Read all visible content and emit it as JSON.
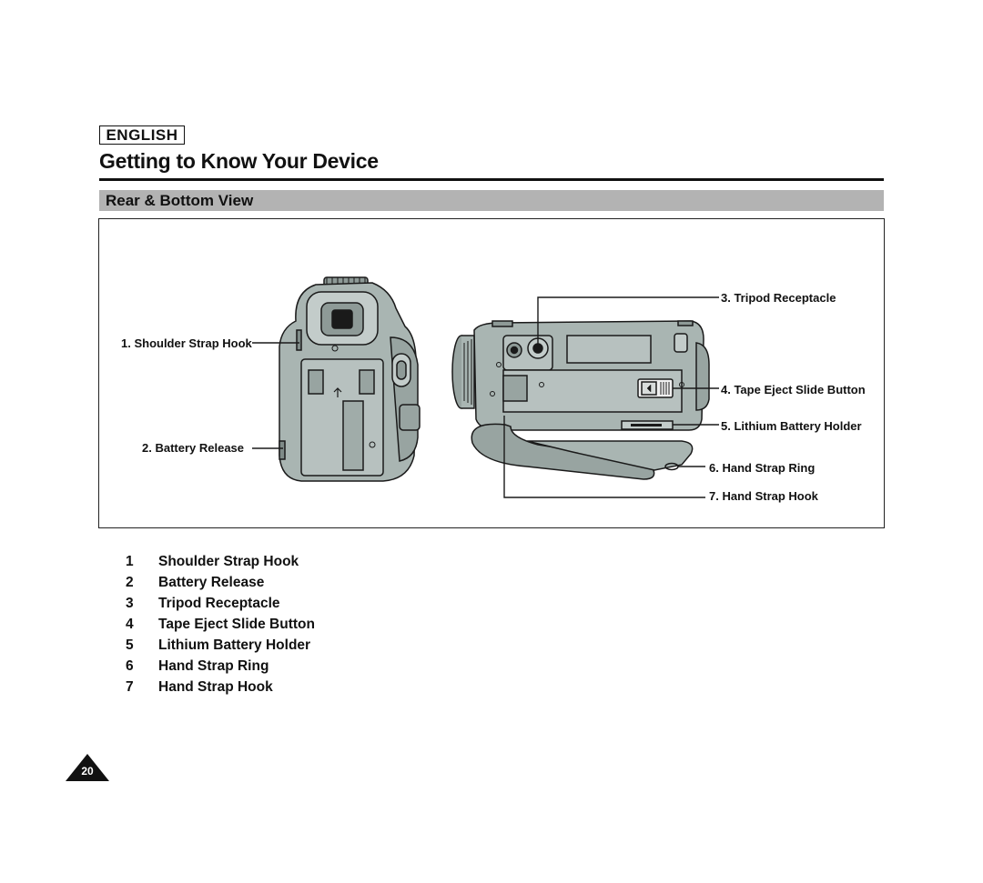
{
  "header": {
    "language": "ENGLISH",
    "title": "Getting to Know Your Device"
  },
  "section": {
    "title": "Rear & Bottom View"
  },
  "figure": {
    "callouts": [
      "1. Shoulder Strap Hook",
      "2. Battery Release",
      "3. Tripod Receptacle",
      "4. Tape Eject Slide Button",
      "5. Lithium Battery Holder",
      "6. Hand Strap Ring",
      "7. Hand Strap Hook"
    ],
    "colors": {
      "body": "#a9b5b2",
      "body_light": "#c3ccca",
      "outline": "#1a1a1a"
    }
  },
  "parts": [
    {
      "num": "1",
      "label": "Shoulder Strap Hook"
    },
    {
      "num": "2",
      "label": "Battery Release"
    },
    {
      "num": "3",
      "label": "Tripod Receptacle"
    },
    {
      "num": "4",
      "label": "Tape Eject Slide Button"
    },
    {
      "num": "5",
      "label": "Lithium Battery Holder"
    },
    {
      "num": "6",
      "label": "Hand Strap Ring"
    },
    {
      "num": "7",
      "label": "Hand Strap Hook"
    }
  ],
  "footer": {
    "page_number": "20"
  }
}
